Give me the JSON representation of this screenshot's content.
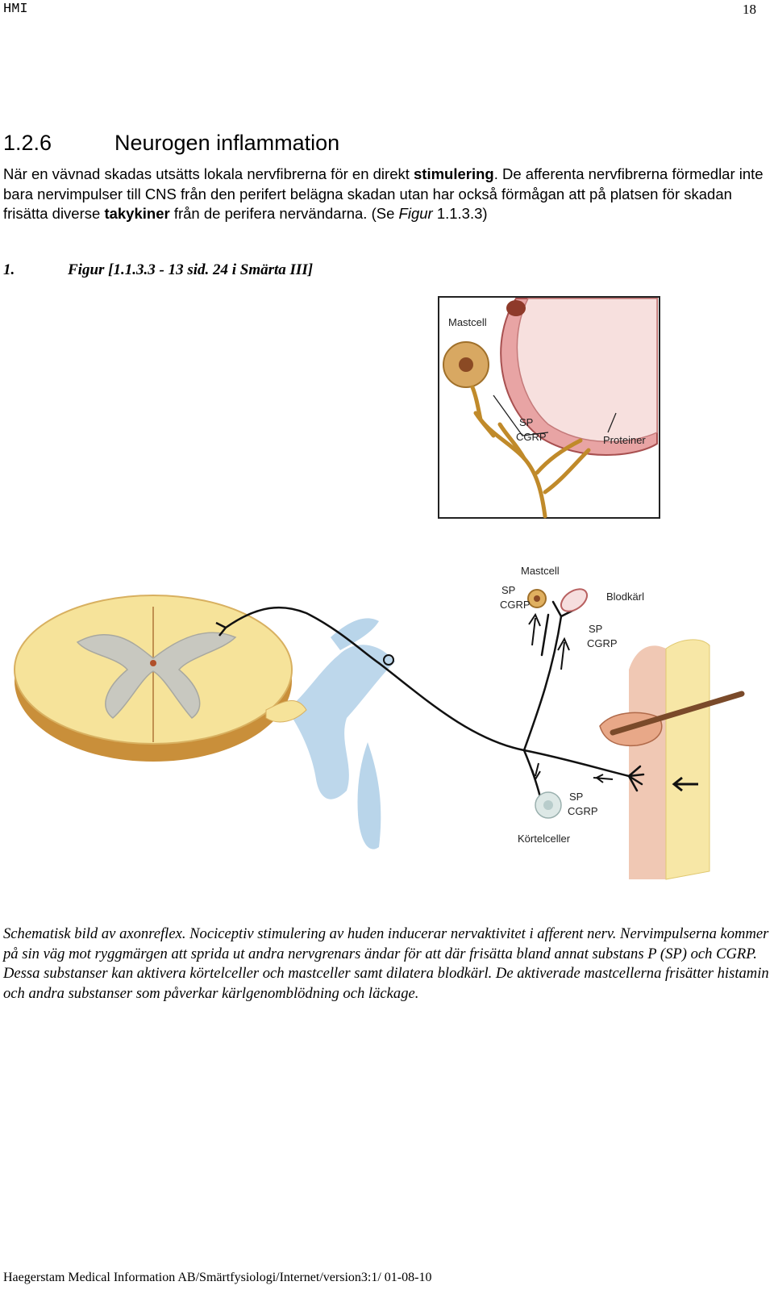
{
  "header": {
    "left": "HMI",
    "page_number": "18"
  },
  "section": {
    "number": "1.2.6",
    "title": "Neurogen inflammation"
  },
  "intro": {
    "p1": "När en vävnad skadas utsätts lokala nervfibrerna för en direkt ",
    "b1": "stimulering",
    "p2": ". De afferenta nervfibrerna förmedlar inte bara nervimpulser till CNS från den perifert belägna skadan utan har också förmågan att på platsen för skadan frisätta diverse ",
    "b2": "takykiner",
    "p3": " från de perifera nervändarna. (Se ",
    "i1": "Figur",
    "p4": " 1.1.3.3)"
  },
  "figure_caption": {
    "number": "1.",
    "title": "Figur [1.1.3.3 - 13 sid. 24 i Smärta III]"
  },
  "figure_labels": {
    "inset_mastcell": "Mastcell",
    "inset_sp": "SP",
    "inset_cgrp": "CGRP",
    "inset_proteiner": "Proteiner",
    "mastcell": "Mastcell",
    "sp_left": "SP",
    "cgrp_left": "CGRP",
    "blodkarl": "Blodkärl",
    "sp_right": "SP",
    "cgrp_right": "CGRP",
    "sp_bottom": "SP",
    "cgrp_bottom": "CGRP",
    "kortelceller": "Körtelceller"
  },
  "figure_description": "Schematisk bild av axonreflex. Nociceptiv stimulering av huden inducerar nervaktivitet i afferent nerv. Nervimpulserna kommer på sin väg mot ryggmärgen att sprida ut andra nervgrenars ändar för att där frisätta bland annat substans P (SP) och CGRP. Dessa substanser kan aktivera körtelceller och mastceller samt dilatera blodkärl. De aktiverade mastcellerna frisätter histamin och andra substanser som påverkar kärlgenomblödning och läckage.",
  "footer": "Haegerstam Medical Information AB/Smärtfysiologi/Internet/version3:1/ 01-08-10",
  "colors": {
    "spinal_cord": "#f6e39a",
    "spinal_cord_edge": "#c98f3a",
    "gray_matter": "#c8c8c0",
    "nerve_blue": "#b9d5ea",
    "skin_pink": "#f0c8b4",
    "fat_yellow": "#f7e7a6",
    "inset_nerve": "#c08a2a",
    "vessel_pink": "#f6dede"
  }
}
